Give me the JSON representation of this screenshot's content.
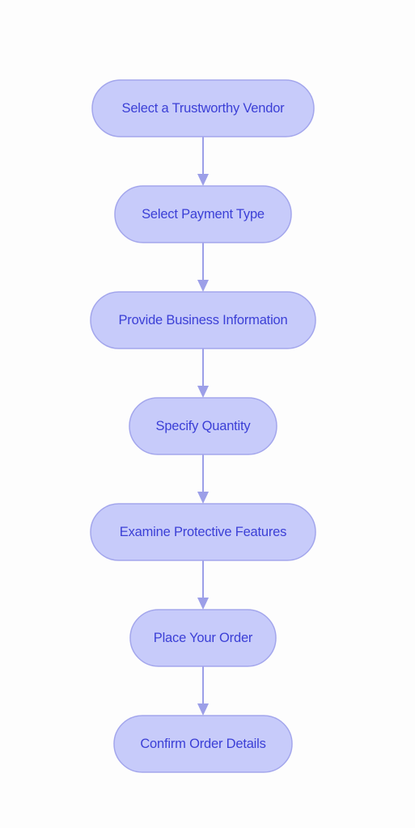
{
  "diagram": {
    "type": "flowchart",
    "direction": "top-to-bottom",
    "colors": {
      "node_fill": "#c7cbfa",
      "node_stroke": "#a3a6ec",
      "node_text": "#3b3fd6",
      "connector": "#9c9fe8",
      "background": "#fdfdfd"
    },
    "steps": [
      {
        "label": "Select a Trustworthy Vendor"
      },
      {
        "label": "Select Payment Type"
      },
      {
        "label": "Provide Business Information"
      },
      {
        "label": "Specify Quantity"
      },
      {
        "label": "Examine Protective Features"
      },
      {
        "label": "Place Your Order"
      },
      {
        "label": "Confirm Order Details"
      }
    ]
  }
}
